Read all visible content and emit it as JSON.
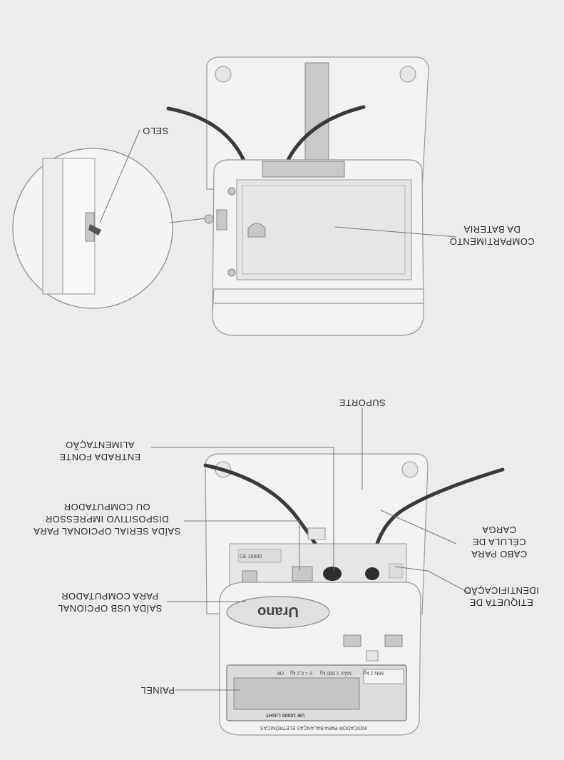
{
  "labels": {
    "selo": "SELO",
    "comp_line1": "COMPARTIMENTO",
    "comp_line2": "DA BATERIA",
    "suporte": "SUPORTE",
    "entrada_line1": "ENTRADA FONTE",
    "entrada_line2": "ALIMENTAÇÃO",
    "serial_line1": "SAÍDA SERIAL OPCIONAL PARA",
    "serial_line2": "DISPOSITIVO IMPRESSOR",
    "serial_line3": "OU COMPUTADOR",
    "cabo_line1": "CABO PARA",
    "cabo_line2": "CÉLULA DE",
    "cabo_line3": "CARGA",
    "usb_line1": "SAÍDA USB OPCIONAL",
    "usb_line2": "PARA COMPUTADOR",
    "etiqueta_line1": "ETIQUETA DE",
    "etiqueta_line2": "IDENTIFICAÇÃO",
    "painel": "PAINEL"
  },
  "device": {
    "brand": "Urano",
    "model": "UR 10000 LIGHT",
    "panel_tags": [
      "MÍN 2 kg",
      "MÁX 1 000 kg",
      "e = 0,2 kg",
      "OK"
    ],
    "caption": "INDICADOR PARA BALANÇAS ELETRÔNICAS",
    "serial_tag": "CE 10000"
  }
}
